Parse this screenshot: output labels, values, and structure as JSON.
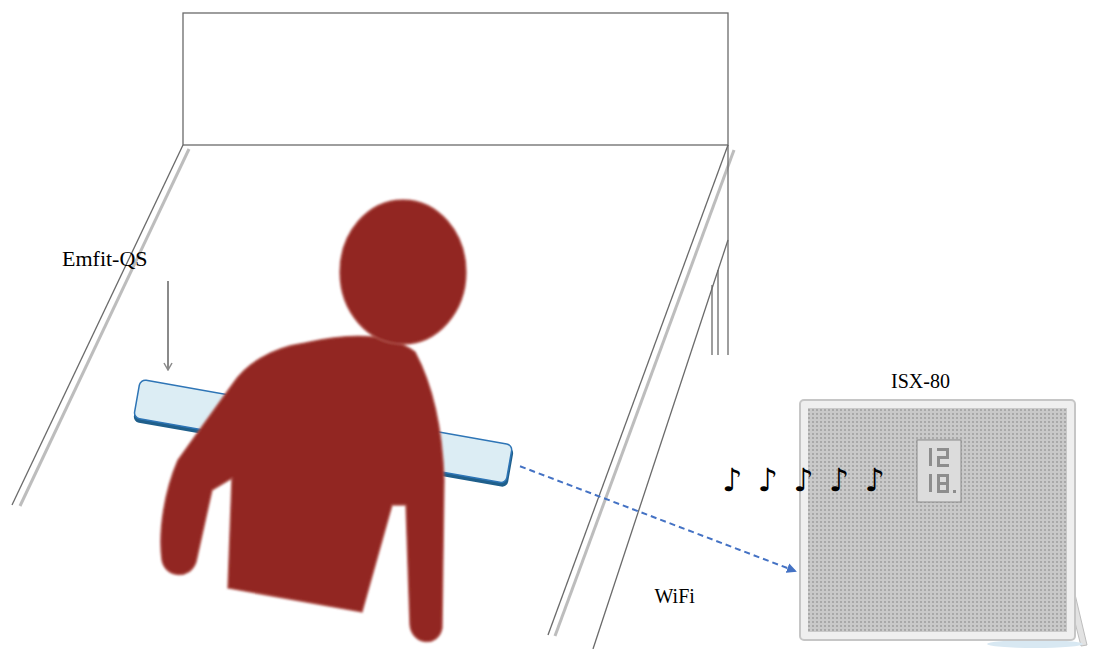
{
  "diagram": {
    "nodes": [
      {
        "text": [
          "Emfit-QS"
        ]
      },
      {
        "text": [
          "ISX-80"
        ]
      }
    ],
    "edges": [
      {
        "from": 0,
        "to": 1,
        "arrow": "to",
        "label": "WiFi"
      }
    ],
    "labels": [
      "♪ ♪ ♪ ♪ ♪"
    ]
  }
}
